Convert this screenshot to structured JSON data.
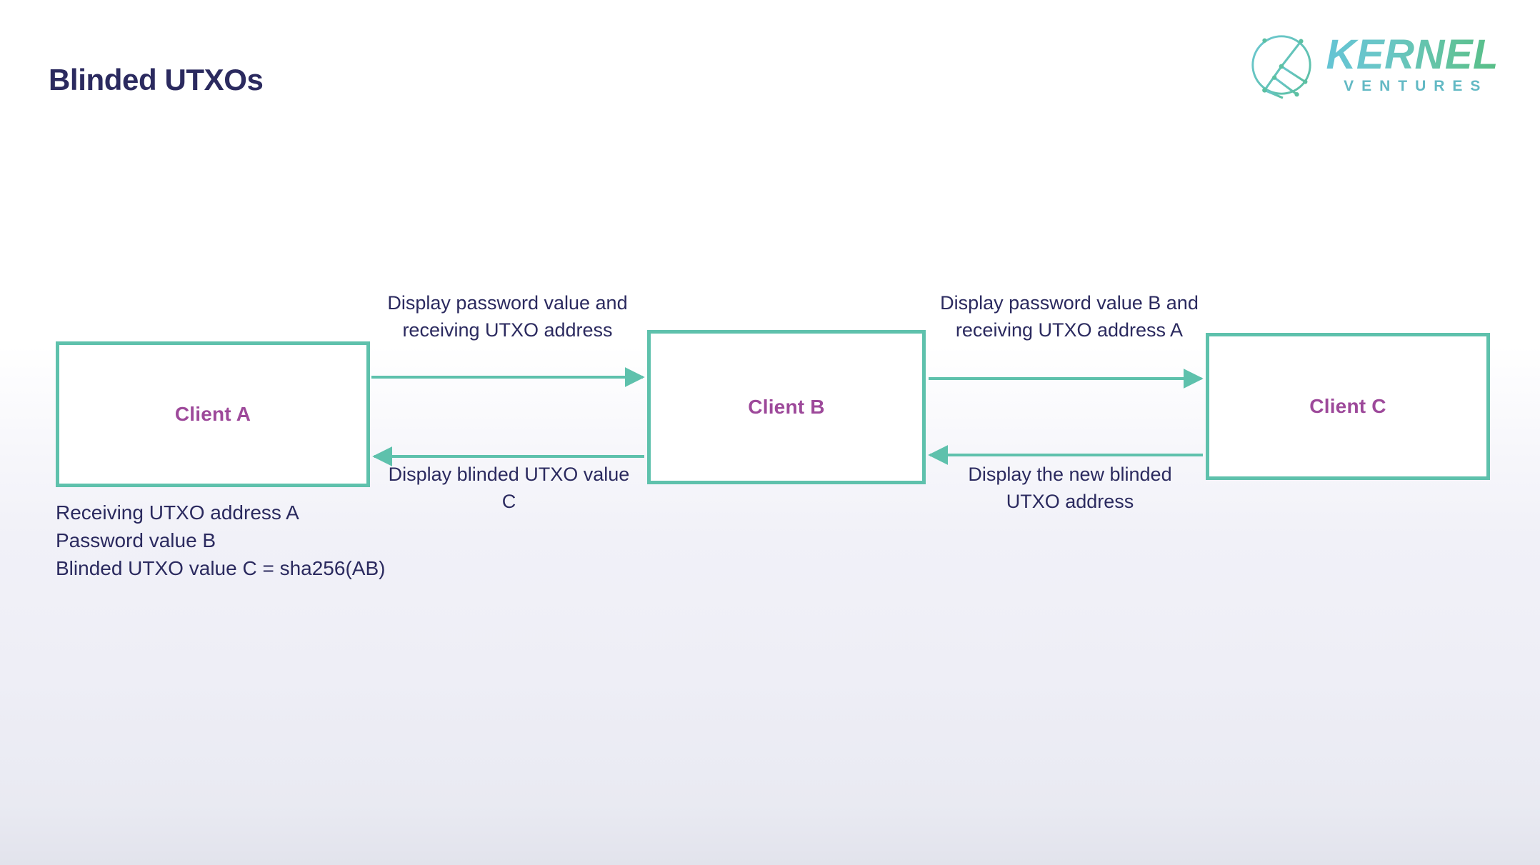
{
  "slide": {
    "title": "Blinded UTXOs",
    "background_top": "#ffffff",
    "background_bottom": "#e2e3ec"
  },
  "logo": {
    "mark_name": "kernel-circular-k-emblem",
    "wordmark": "KERNEL",
    "subtitle": "VENTURES",
    "gradient_start": "#64c4d4",
    "gradient_end": "#57be86"
  },
  "colors": {
    "accent_teal": "#5ec1ac",
    "node_purple": "#9d499a",
    "text_navy": "#2b2a5f"
  },
  "diagram": {
    "type": "sequence-flow",
    "nodes": [
      {
        "id": "a",
        "label": "Client A"
      },
      {
        "id": "b",
        "label": "Client B"
      },
      {
        "id": "c",
        "label": "Client C"
      }
    ],
    "flows": [
      {
        "id": "ab",
        "from": "Client A",
        "to": "Client B",
        "direction": "right",
        "label": "Display password value and receiving UTXO address"
      },
      {
        "id": "ba",
        "from": "Client B",
        "to": "Client A",
        "direction": "left",
        "label": "Display blinded UTXO value C"
      },
      {
        "id": "bc",
        "from": "Client B",
        "to": "Client C",
        "direction": "right",
        "label": "Display password value B and receiving UTXO address A"
      },
      {
        "id": "cb",
        "from": "Client C",
        "to": "Client B",
        "direction": "left",
        "label": "Display the new blinded UTXO address"
      }
    ]
  },
  "notes": {
    "line1": "Receiving UTXO address A",
    "line2": "Password value B",
    "line3": "Blinded UTXO value C = sha256(AB)"
  }
}
